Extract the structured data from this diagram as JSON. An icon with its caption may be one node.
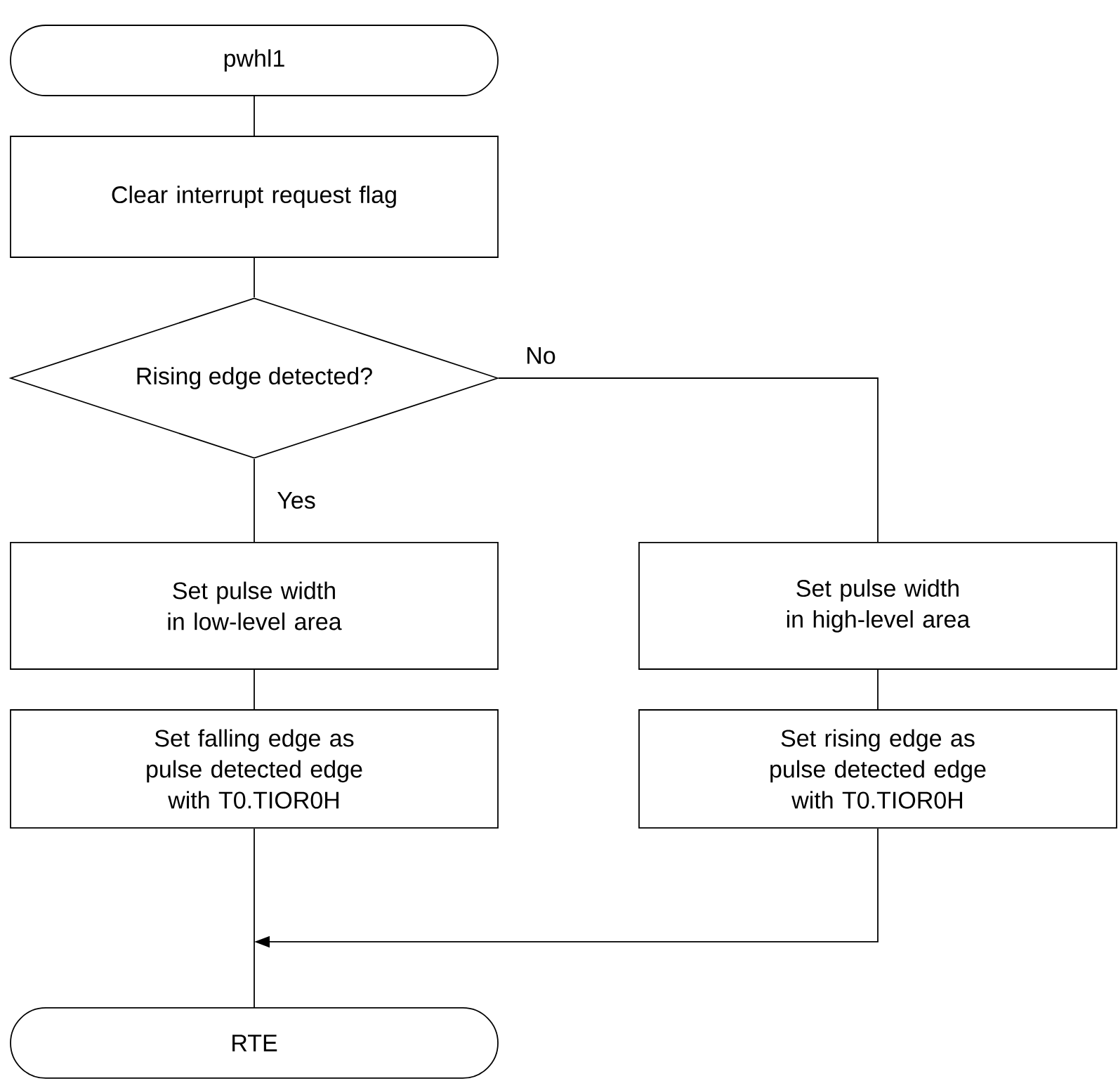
{
  "diagram": {
    "nodes": [
      {
        "text": [
          "pwhl1"
        ]
      },
      {
        "text": [
          "Clear interrupt request flag"
        ]
      },
      {
        "text": [
          "Rising edge detected?"
        ]
      },
      {
        "text": [
          "Set pulse width in low-level area"
        ]
      },
      {
        "text": [
          "Set falling edge as pulse detected edge with T0.TIOR0H"
        ]
      },
      {
        "text": [
          "Set pulse width in high-level area"
        ]
      },
      {
        "text": [
          "Set rising edge as pulse detected edge with T0.TIOR0H"
        ]
      },
      {
        "text": [
          "RTE"
        ]
      }
    ],
    "edges": [
      {
        "from": 0,
        "to": 1,
        "arrow": "none"
      },
      {
        "from": 1,
        "to": 2,
        "arrow": "none"
      },
      {
        "from": 2,
        "to": 3,
        "arrow": "none",
        "label": "Yes"
      },
      {
        "from": 2,
        "to": 5,
        "arrow": "none",
        "label": "No"
      },
      {
        "from": 3,
        "to": 4,
        "arrow": "none"
      },
      {
        "from": 5,
        "to": 6,
        "arrow": "none"
      },
      {
        "from": 4,
        "to": 7,
        "arrow": "none"
      },
      {
        "from": 6,
        "to": 7,
        "arrow": "to"
      }
    ]
  }
}
